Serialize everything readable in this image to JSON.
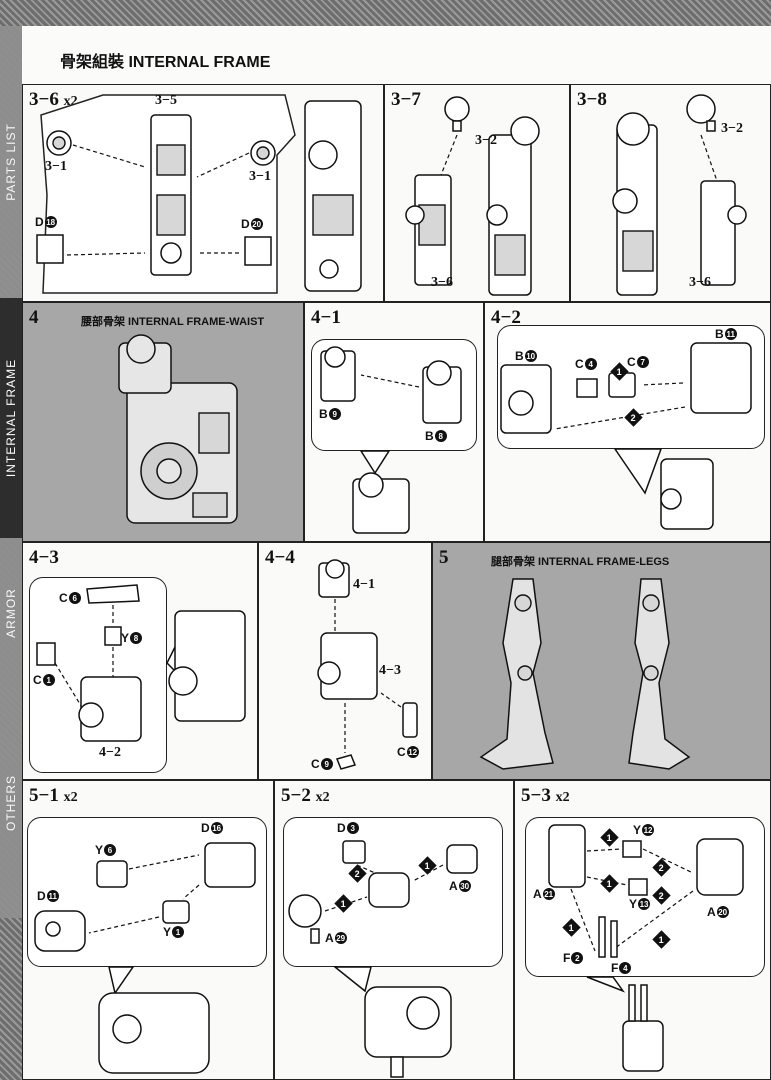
{
  "header": {
    "title": "骨架組裝 INTERNAL FRAME"
  },
  "sidebar": {
    "tabs": [
      "PARTS LIST",
      "INTERNAL FRAME",
      "ARMOR",
      "OTHERS"
    ],
    "active": "INTERNAL FRAME"
  },
  "steps": {
    "s3_6": {
      "label": "3−6",
      "mult": "x2",
      "parts": [
        "3−5",
        "3−1",
        "3−1",
        "D",
        "18",
        "D",
        "20"
      ]
    },
    "s3_7": {
      "label": "3−7",
      "parts": [
        "3−2",
        "3−6"
      ]
    },
    "s3_8": {
      "label": "3−8",
      "parts": [
        "3−2",
        "3−6"
      ]
    },
    "s4": {
      "label": "4",
      "title": "腰部骨架  INTERNAL FRAME-WAIST"
    },
    "s4_1": {
      "label": "4−1",
      "parts": [
        "B",
        "9",
        "B",
        "8"
      ]
    },
    "s4_2": {
      "label": "4−2",
      "parts": [
        "B",
        "10",
        "C",
        "4",
        "C",
        "7",
        "B",
        "11"
      ],
      "seq": [
        "1",
        "2"
      ]
    },
    "s4_3": {
      "label": "4−3",
      "parts": [
        "C",
        "6",
        "Y",
        "8",
        "C",
        "1",
        "4−2"
      ]
    },
    "s4_4": {
      "label": "4−4",
      "parts": [
        "4−1",
        "4−3",
        "C",
        "9",
        "C",
        "12"
      ]
    },
    "s5": {
      "label": "5",
      "title": "腿部骨架  INTERNAL FRAME-LEGS"
    },
    "s5_1": {
      "label": "5−1",
      "mult": "x2",
      "parts": [
        "Y",
        "6",
        "D",
        "16",
        "D",
        "11",
        "Y",
        "1"
      ]
    },
    "s5_2": {
      "label": "5−2",
      "mult": "x2",
      "parts": [
        "D",
        "3",
        "A",
        "30",
        "A",
        "29"
      ],
      "seq": [
        "1",
        "2",
        "1",
        "1"
      ]
    },
    "s5_3": {
      "label": "5−3",
      "mult": "x2",
      "parts": [
        "Y",
        "12",
        "A",
        "21",
        "Y",
        "13",
        "A",
        "20",
        "F",
        "2",
        "F",
        "4"
      ],
      "seq": [
        "1",
        "2",
        "1",
        "2",
        "1",
        "1"
      ]
    }
  }
}
